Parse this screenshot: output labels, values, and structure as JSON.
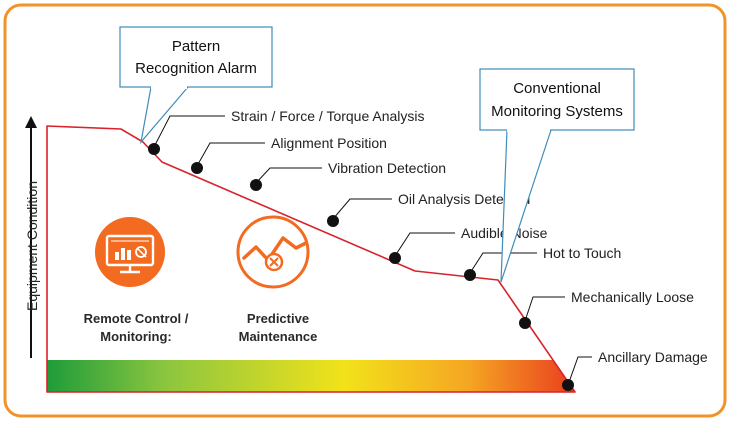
{
  "diagram": {
    "colors": {
      "frame": "#F0932A",
      "curve": "#D8232A",
      "accent": "#F26B21",
      "callout_border": "#3E8DB8",
      "dot": "#111111"
    },
    "y_axis_label": "Equipment Condition",
    "callouts": {
      "pattern": [
        "Pattern",
        "Recognition Alarm"
      ],
      "conventional": [
        "Conventional",
        "Monitoring Systems"
      ]
    },
    "stages": [
      "Strain / Force / Torque Analysis",
      "Alignment Position",
      "Vibration Detection",
      "Oil Analysis Detected",
      "Audible Noise",
      "Hot to Touch",
      "Mechanically Loose",
      "Ancillary Damage"
    ],
    "icons": {
      "remote": {
        "icon": "monitor-chart-icon",
        "caption": [
          "Remote Control /",
          "Monitoring:"
        ]
      },
      "predictive": {
        "icon": "wrench-graph-icon",
        "caption": [
          "Predictive",
          "Maintenance"
        ]
      }
    },
    "gradient_colors": [
      "#1E9C3A",
      "#8CC63F",
      "#F2E21A",
      "#F5A623",
      "#E8321E"
    ]
  }
}
